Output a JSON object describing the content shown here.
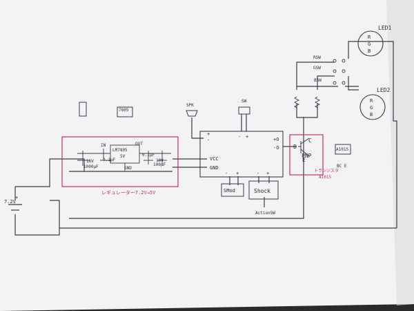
{
  "labels": {
    "led1": "LED1",
    "led2": "LED2",
    "r": "R",
    "g": "G",
    "b": "B",
    "rsw": "RSW",
    "gsw": "GSW",
    "bsw": "BSW",
    "spk": "SPK",
    "sw": "SW",
    "vcc": "VCC",
    "gnd": "GND",
    "plus_out": "+O",
    "minus_out": "-O",
    "plus": "+",
    "minus": "-",
    "transistor_c": "C",
    "transistor_b": "B",
    "transistor_e": "E",
    "pnp": "PNP",
    "transistor_name": "トランジスタ",
    "transistor_part": "A1015",
    "bce": "BC E",
    "a1015": "A1015",
    "voltage": "7.2V",
    "shock": "Shock",
    "sound_module": "SMod",
    "action_sw": "ActionSW",
    "regulator_caption": "レギュレーター7.2V→5V",
    "reg_ic": "LM7805",
    "reg_in": "IN",
    "reg_5v": "5V",
    "reg_out": "OUT",
    "reg_gnd": "GND",
    "reg_cap1": "1000μF",
    "reg_cap1_v": "16V",
    "reg_cap2": "0.1μF",
    "reg_cap3": "0.1μF",
    "reg_cap4": "100μF",
    "reg_cap4_v": "10V",
    "part_top": "7805"
  },
  "colors": {
    "paper": "#f4f4f6",
    "ink": "#2f3036",
    "red_box": "#d0405a"
  }
}
